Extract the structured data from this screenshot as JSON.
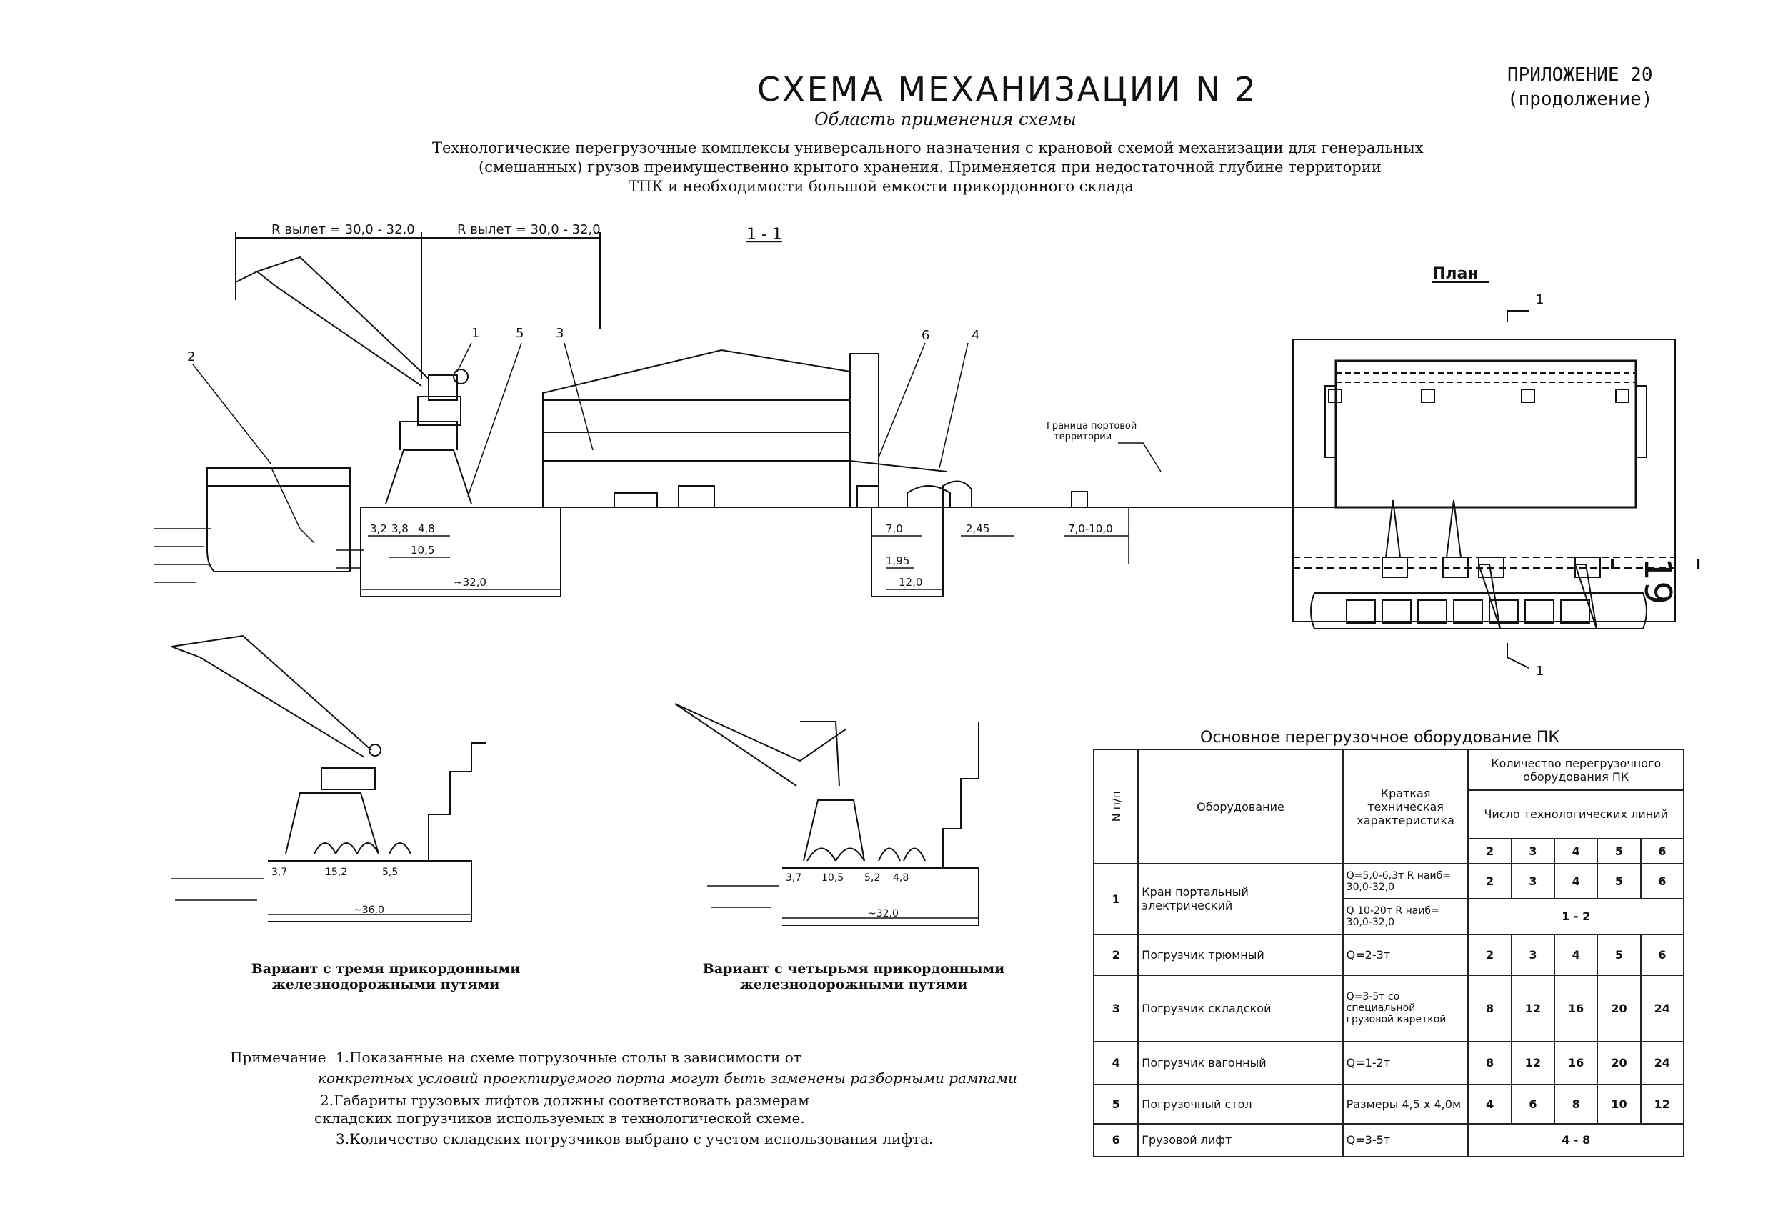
{
  "header": {
    "title": "СХЕМА МЕХАНИЗАЦИИ N 2",
    "appendix_line1": "ПРИЛОЖЕНИЕ 20",
    "appendix_line2": "(продолжение)",
    "scope_title": "Область применения схемы",
    "description_lines": [
      "Технологические перегрузочные комплексы универсального назначения с крановой схемой механизации для генеральных",
      "(смешанных) грузов преимущественно крытого хранения. Применяется при недостаточной глубине территории",
      "ТПК и необходимости большой емкости прикордонного склада"
    ]
  },
  "page_number": "- 19 -",
  "section": {
    "label": "1 - 1",
    "r_left": "R вылет = 30,0 - 32,0",
    "r_right": "R вылет = 30,0 - 32,0",
    "callouts": [
      "1",
      "2",
      "3",
      "4",
      "5",
      "6"
    ],
    "boundary_label_1": "Граница портовой",
    "boundary_label_2": "территории",
    "dims": {
      "d32": "3,2",
      "d38": "3,8",
      "d48": "4,8",
      "d105": "10,5",
      "d320": "~32,0",
      "d70": "7,0",
      "d195": "1,95",
      "d120": "12,0",
      "d245": "2,45",
      "d70_100": "7,0-10,0"
    }
  },
  "plan": {
    "label": "План",
    "marker_top": "1",
    "marker_bottom": "1"
  },
  "variant3": {
    "caption_1": "Вариант с тремя прикордонными",
    "caption_2": "железнодорожными путями",
    "dims": {
      "a": "3,7",
      "b": "15,2",
      "c": "5,5",
      "total": "~36,0"
    }
  },
  "variant4": {
    "caption_1": "Вариант с четырьмя прикордонными",
    "caption_2": "железнодорожными путями",
    "dims": {
      "a": "3,7",
      "b": "10,5",
      "c": "5,2",
      "d": "4,8",
      "total": "~32,0"
    }
  },
  "notes": {
    "label": "Примечание",
    "lines": [
      "1.Показанные на схеме погрузочные столы в зависимости от",
      "конкретных условий проектируемого порта могут быть заменены разборными рампами",
      "2.Габариты грузовых лифтов должны соответствовать размерам",
      "складских погрузчиков  используемых в технологической схеме.",
      "3.Количество складских погрузчиков выбрано с учетом использования лифта."
    ]
  },
  "equipment_table": {
    "title": "Основное перегрузочное оборудование   ПК",
    "headers": {
      "num": "N п/п",
      "equipment": "Оборудование",
      "spec": "Краткая техническая характеристика",
      "qty": "Количество перегрузочного оборудования  ПК",
      "lines": "Число технологических линий"
    },
    "line_counts": [
      "2",
      "3",
      "4",
      "5",
      "6"
    ],
    "rows": [
      {
        "num": "1",
        "name": "Кран портальный электрический",
        "spec_a": "Q=5,0-6,3т R наиб= 30,0-32,0",
        "vals_a": [
          "2",
          "3",
          "4",
          "5",
          "6"
        ],
        "spec_b": "Q  10-20т R наиб= 30,0-32,0",
        "span_b": "1 - 2"
      },
      {
        "num": "2",
        "name": "Погрузчик трюмный",
        "spec": "Q=2-3т",
        "vals": [
          "2",
          "3",
          "4",
          "5",
          "6"
        ]
      },
      {
        "num": "3",
        "name": "Погрузчик складской",
        "spec": "Q=3-5т   со специальной грузовой кареткой",
        "vals": [
          "8",
          "12",
          "16",
          "20",
          "24"
        ]
      },
      {
        "num": "4",
        "name": "Погрузчик вагонный",
        "spec": "Q=1-2т",
        "vals": [
          "8",
          "12",
          "16",
          "20",
          "24"
        ]
      },
      {
        "num": "5",
        "name": "Погрузочный стол",
        "spec": "Размеры 4,5 x 4,0м",
        "vals": [
          "4",
          "6",
          "8",
          "10",
          "12"
        ]
      },
      {
        "num": "6",
        "name": "Грузовой лифт",
        "spec": "Q=3-5т",
        "span": "4 - 8"
      }
    ]
  }
}
